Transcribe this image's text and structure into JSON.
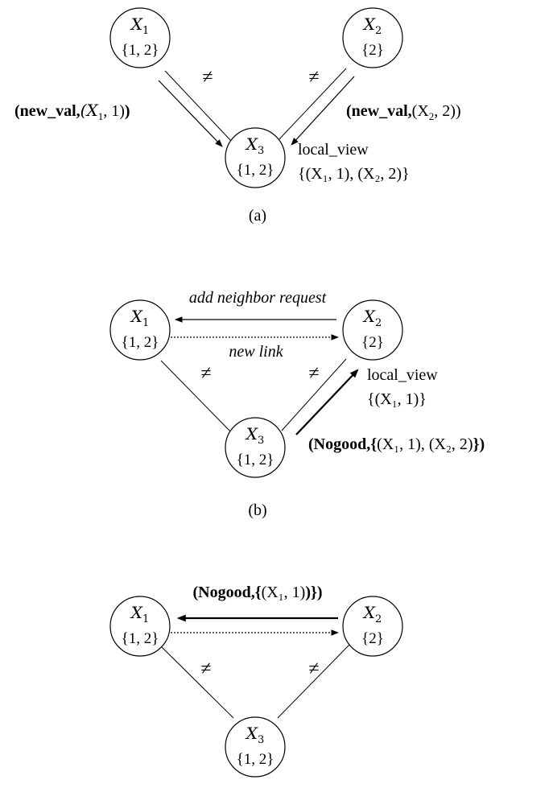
{
  "panels": [
    {
      "caption": "(a)",
      "nodes": [
        {
          "var": "X",
          "sub": "1",
          "domain": "{1, 2}"
        },
        {
          "var": "X",
          "sub": "2",
          "domain": "{2}"
        },
        {
          "var": "X",
          "sub": "3",
          "domain": "{1, 2}"
        }
      ],
      "constraint_symbol": "≠",
      "msg_left": {
        "bold": "new_val,",
        "math": "(X",
        "sub": "1",
        "rest": ", 1)"
      },
      "msg_right": {
        "bold": "new_val,",
        "math": "(X",
        "sub": "2",
        "rest": ", 2))"
      },
      "local_view_label": "local_view",
      "local_view_value": "{(X₁, 1), (X₂, 2)}"
    },
    {
      "caption": "(b)",
      "nodes": [
        {
          "var": "X",
          "sub": "1",
          "domain": "{1, 2}"
        },
        {
          "var": "X",
          "sub": "2",
          "domain": "{2}"
        },
        {
          "var": "X",
          "sub": "3",
          "domain": "{1, 2}"
        }
      ],
      "constraint_symbol": "≠",
      "add_neighbor": "add neighbor request",
      "new_link": "new link",
      "local_view_label": "local_view",
      "local_view_value": "{(X₁, 1)}",
      "msg_nogood": {
        "bold": "(Nogood,{",
        "math": "(X₁, 1), (X₂, 2)",
        "tail": "})"
      }
    },
    {
      "caption": "",
      "nodes": [
        {
          "var": "X",
          "sub": "1",
          "domain": "{1, 2}"
        },
        {
          "var": "X",
          "sub": "2",
          "domain": "{2}"
        },
        {
          "var": "X",
          "sub": "3",
          "domain": "{1, 2}"
        }
      ],
      "constraint_symbol": "≠",
      "msg_nogood": {
        "bold": "(Nogood,{",
        "math": "(X₁, 1)",
        "tail": ")})"
      }
    }
  ]
}
